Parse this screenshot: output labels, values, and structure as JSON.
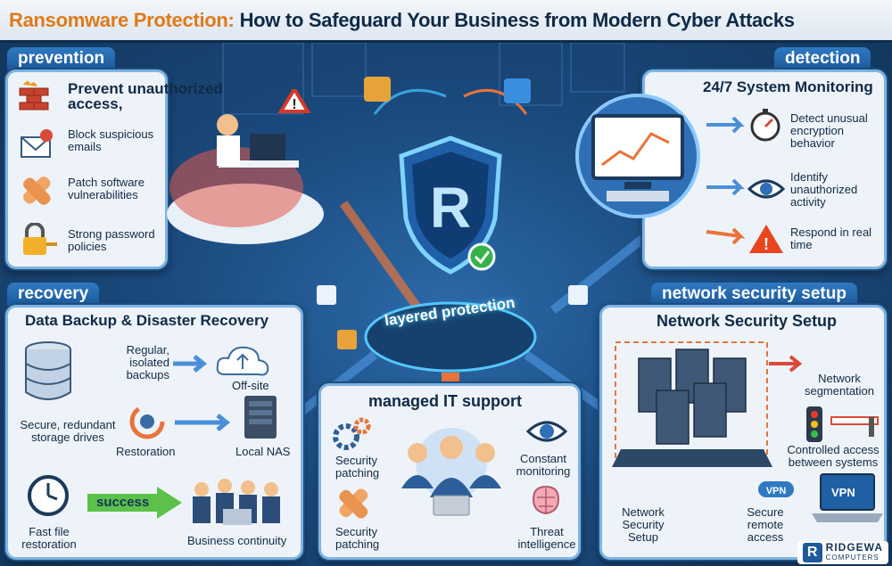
{
  "title": {
    "accent": "Ransomware Protection:",
    "rest": "How to Safeguard Your Business from Modern Cyber Attacks"
  },
  "prevention": {
    "tab": "prevention",
    "items": [
      {
        "label": "Prevent unauthorized access,",
        "icon": "firewall-icon"
      },
      {
        "label": "Block suspicious emails",
        "icon": "email-block-icon"
      },
      {
        "label": "Patch software vulnerabilities",
        "icon": "bandage-icon"
      },
      {
        "label": "Strong password policies",
        "icon": "padlock-key-icon"
      }
    ]
  },
  "detection": {
    "tab": "detection",
    "heading": "24/7 System Monitoring",
    "items": [
      {
        "label": "Detect unusual encryption behavior",
        "icon": "stopwatch-icon"
      },
      {
        "label": "Identify unauthorized activity",
        "icon": "eye-icon"
      },
      {
        "label": "Respond in real time",
        "icon": "warning-icon"
      }
    ]
  },
  "recovery": {
    "tab": "recovery",
    "heading": "Data Backup & Disaster Recovery",
    "items": {
      "storage": "Secure, redundant storage drives",
      "isolated": "Regular, isolated backups",
      "offsite": "Off-site",
      "restoration": "Restoration",
      "nas": "Local NAS",
      "success": "success",
      "fast": "Fast file restoration",
      "continuity": "Business continuity"
    }
  },
  "managed": {
    "heading": "managed IT support",
    "items": {
      "patching1": "Security patching",
      "monitoring": "Constant monitoring",
      "patching2": "Security patching",
      "threat": "Threat intelligence"
    }
  },
  "network": {
    "tab": "network security setup",
    "heading": "Network Security Setup",
    "items": {
      "segmentation": "Network segmentation",
      "controlled": "Controlled access between systems",
      "setup": "Network Security Setup",
      "remote": "Secure remote access",
      "vpn": "VPN"
    }
  },
  "center": {
    "label": "layered protection",
    "shield_letter": "R"
  },
  "logo": {
    "letter": "R",
    "name": "RIDGEWA",
    "sub": "COMPUTERS"
  },
  "colors": {
    "accent_orange": "#e07a1a",
    "navy": "#0f2a47",
    "panel_border": "#7fb4e0",
    "tab_blue": "#1d5a9a"
  }
}
